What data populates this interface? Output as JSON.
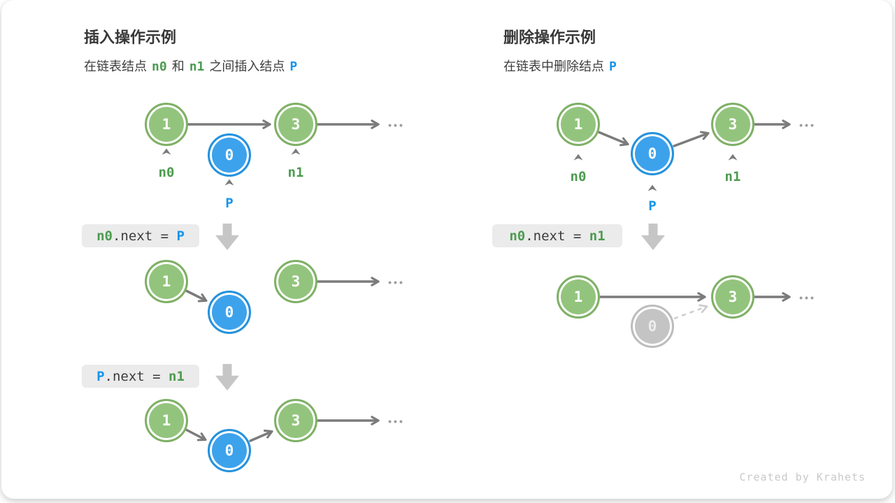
{
  "insert": {
    "title": "插入操作示例",
    "subtitle": {
      "prefix": "在链表结点",
      "n0": "n0",
      "and": "和",
      "n1": "n1",
      "mid": "之间插入结点",
      "p": "P"
    },
    "code_step1": {
      "a": "n0",
      "b": ".next = ",
      "c": "P"
    },
    "code_step2": {
      "a": "P",
      "b": ".next = ",
      "c": "n1"
    }
  },
  "delete": {
    "title": "删除操作示例",
    "subtitle": {
      "prefix": "在链表中删除结点",
      "p": "P"
    },
    "code_step1": {
      "a": "n0",
      "b": ".next = ",
      "c": "n1"
    }
  },
  "nodes": {
    "one": "1",
    "zero": "0",
    "three": "3"
  },
  "labels": {
    "n0": "n0",
    "n1": "n1",
    "p": "P"
  },
  "shared": {
    "ellipsis": "•••"
  },
  "footer": {
    "credit": "Created by Krahets"
  },
  "colors": {
    "node_green_fill": "#93c47d",
    "node_green_ring": "#7fb066",
    "node_blue_fill": "#3da2ec",
    "node_blue_ring": "#2492dd",
    "node_gray_fill": "#c4c4c4",
    "node_gray_ring": "#bdbdbd",
    "label_green": "#4c9b4f",
    "label_blue": "#1795ea",
    "arrow_gray": "#7b7b7b",
    "dashed_gray": "#cdcdcd",
    "code_bg": "#ebebeb",
    "code_text": "#3c3c3c",
    "block_arrow": "#c6c6c6",
    "text_dark": "#383838",
    "footer_gray": "#c9c9c9"
  }
}
